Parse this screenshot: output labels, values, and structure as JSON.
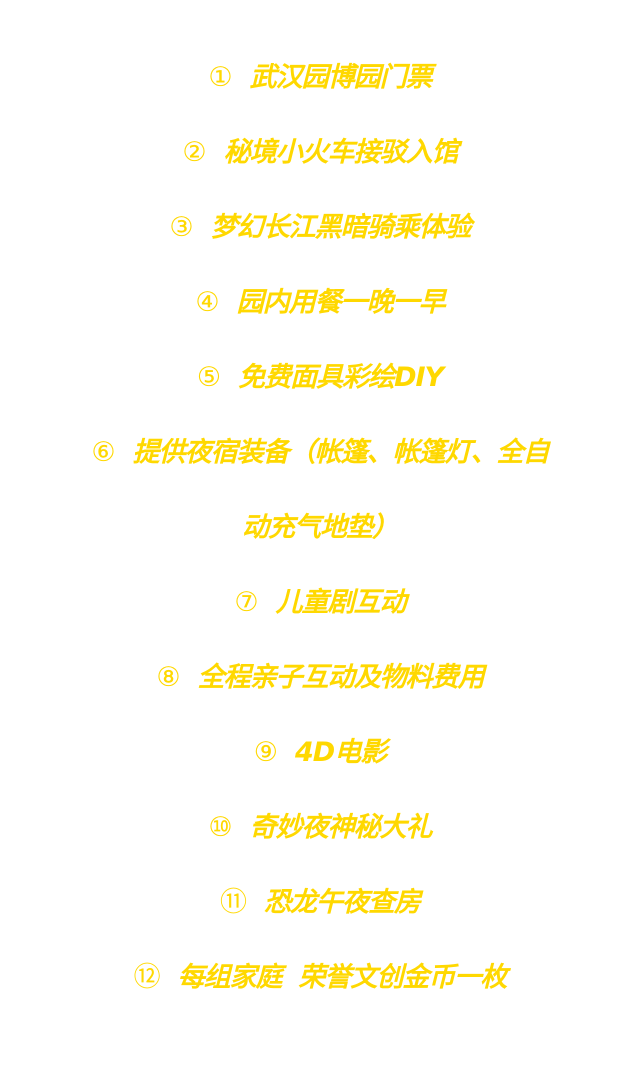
{
  "accent_color": "#FFD800",
  "items": [
    {
      "num": "①",
      "text": "武汉园博园门票"
    },
    {
      "num": "②",
      "text": "秘境小火车接驳入馆"
    },
    {
      "num": "③",
      "text": "梦幻长江黑暗骑乘体验"
    },
    {
      "num": "④",
      "text": "园内用餐一晚一早"
    },
    {
      "num": "⑤",
      "text": "免费面具彩绘DIY"
    },
    {
      "num": "⑥",
      "text": "提供夜宿装备（帐篷、帐篷灯、全自动充气地垫）"
    },
    {
      "num": "⑦",
      "text": "儿童剧互动"
    },
    {
      "num": "⑧",
      "text": "全程亲子互动及物料费用"
    },
    {
      "num": "⑨",
      "text": "4D电影"
    },
    {
      "num": "⑩",
      "text": "奇妙夜神秘大礼"
    },
    {
      "num": "⑪",
      "text": "恐龙午夜查房"
    },
    {
      "num": "⑫",
      "text": "每组家庭  荣誉文创金币一枚"
    }
  ]
}
